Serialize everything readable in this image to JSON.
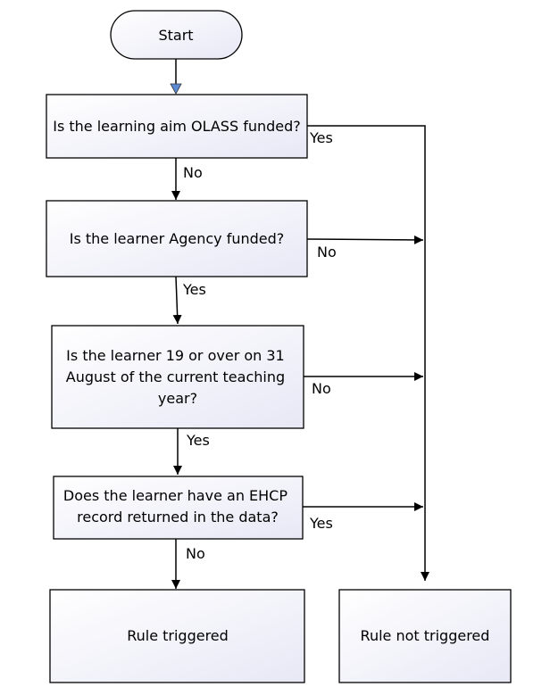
{
  "flowchart": {
    "start": "Start",
    "decisions": [
      {
        "lines": [
          "Is the learning aim OLASS funded?"
        ],
        "down_label": "No",
        "right_label": "Yes"
      },
      {
        "lines": [
          "Is the learner Agency funded?"
        ],
        "down_label": "Yes",
        "right_label": "No"
      },
      {
        "lines": [
          "Is the learner 19 or over on 31",
          "August of the current teaching",
          "year?"
        ],
        "down_label": "Yes",
        "right_label": "No"
      },
      {
        "lines": [
          "Does the learner have an EHCP",
          "record returned in the data?"
        ],
        "down_label": "No",
        "right_label": "Yes"
      }
    ],
    "outcomes": {
      "triggered": "Rule triggered",
      "not_triggered": "Rule not triggered"
    }
  },
  "colors": {
    "box_gradient_start": "#ffffff",
    "box_gradient_end": "#e8e8f6",
    "stroke": "#000000",
    "start_arrow_fill": "#5b8bd6"
  }
}
